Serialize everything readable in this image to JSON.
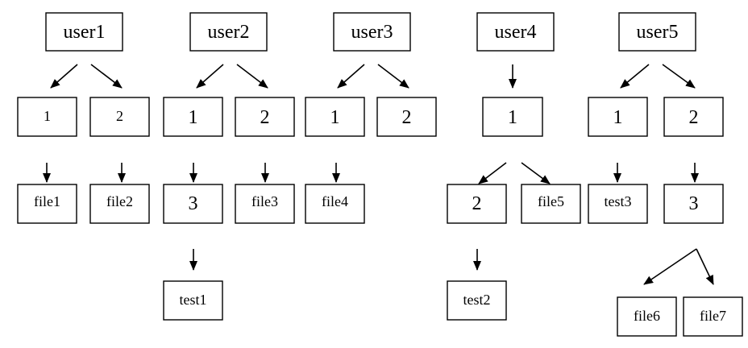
{
  "nodes": {
    "user1": "user1",
    "user2": "user2",
    "user3": "user3",
    "user4": "user4",
    "user5": "user5",
    "u1_d1": "1",
    "u1_d2": "2",
    "u2_d1": "1",
    "u2_d2": "2",
    "u3_d1": "1",
    "u3_d2": "2",
    "u4_d1": "1",
    "u5_d1": "1",
    "u5_d2": "2",
    "u1_file1": "file1",
    "u1_file2": "file2",
    "u2_d3": "3",
    "u2_file3": "file3",
    "u3_file4": "file4",
    "u4_d2": "2",
    "u4_file5": "file5",
    "u5_test3": "test3",
    "u5_d3": "3",
    "u2_test1": "test1",
    "u4_test2": "test2",
    "u5_file6": "file6",
    "u5_file7": "file7"
  }
}
